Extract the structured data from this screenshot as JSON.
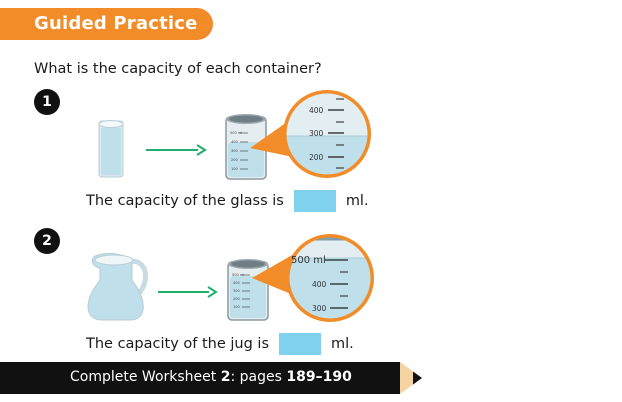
{
  "banner": {
    "title": "Guided Practice",
    "color": "#f28c28"
  },
  "question": "What is the capacity of each container?",
  "problems": [
    {
      "number": "1",
      "sentence_before": "The capacity of the glass is",
      "sentence_after": "ml.",
      "icons": [
        "glass-icon",
        "arrow-right-icon",
        "beaker-icon",
        "magnifier-icon"
      ],
      "beaker_labels": [
        "500 ml",
        "400",
        "300",
        "200",
        "100"
      ],
      "zoom_labels": [
        "400",
        "300",
        "200"
      ]
    },
    {
      "number": "2",
      "sentence_before": "The capacity of the jug is",
      "sentence_after": "ml.",
      "icons": [
        "jug-icon",
        "arrow-right-icon",
        "beaker-icon",
        "magnifier-icon"
      ],
      "beaker_labels": [
        "500 ml",
        "400",
        "300",
        "200",
        "100"
      ],
      "zoom_labels": [
        "500 ml",
        "400",
        "300"
      ]
    }
  ],
  "footer": {
    "prefix": "Complete Worksheet ",
    "worksheet": "2",
    "middle": ": pages ",
    "pages": "189–190"
  },
  "colors": {
    "answer_box": "#7fd1ee",
    "water": "#bfe0ea",
    "arrow": "#1fae6b",
    "magnifier_ring": "#f28c28"
  }
}
